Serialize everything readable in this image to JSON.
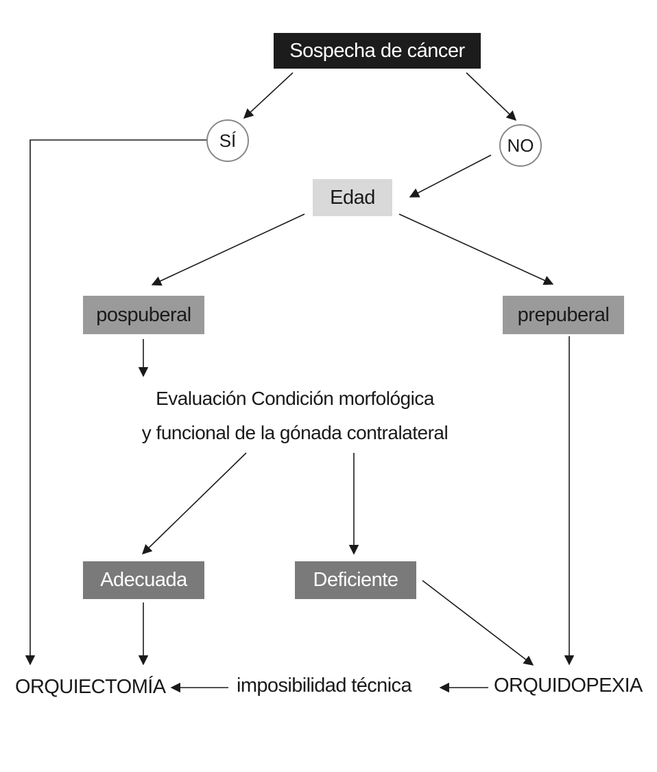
{
  "nodes": {
    "sospecha": "Sospecha de cáncer",
    "si": "SÍ",
    "no": "NO",
    "edad": "Edad",
    "pospuberal": "pospuberal",
    "prepuberal": "prepuberal",
    "evaluacion_line1": "Evaluación Condición morfológica",
    "evaluacion_line2": "y funcional de la gónada contralateral",
    "adecuada": "Adecuada",
    "deficiente": "Deficiente",
    "orquiectomia": "ORQUIECTOMÍA",
    "imposibilidad": "imposibilidad técnica",
    "orquidopexia": "ORQUIDOPEXIA"
  },
  "colors": {
    "black_box": "#1c1c1c",
    "light_box": "#d9d9d9",
    "mid_box": "#9a9a9a",
    "dark_box": "#7a7a7a",
    "line": "#1a1a1a"
  }
}
